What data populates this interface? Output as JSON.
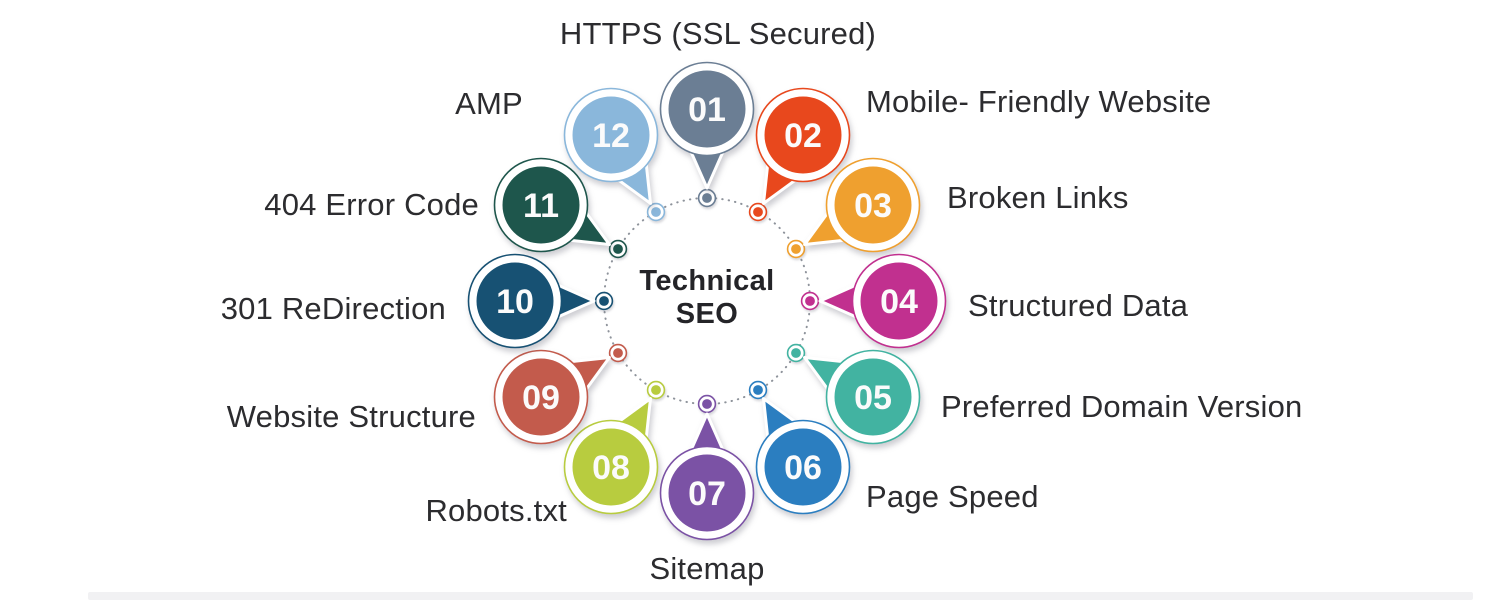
{
  "title": {
    "line1": "Technical",
    "line2": "SEO"
  },
  "items": [
    {
      "number": "01",
      "label": "HTTPS (SSL Secured)",
      "color": "#6b7e94"
    },
    {
      "number": "02",
      "label": "Mobile- Friendly Website",
      "color": "#e8481d"
    },
    {
      "number": "03",
      "label": "Broken Links",
      "color": "#efa02f"
    },
    {
      "number": "04",
      "label": "Structured Data",
      "color": "#c1308f"
    },
    {
      "number": "05",
      "label": "Preferred Domain Version",
      "color": "#42b3a1"
    },
    {
      "number": "06",
      "label": "Page Speed",
      "color": "#2b7ec0"
    },
    {
      "number": "07",
      "label": "Sitemap",
      "color": "#7b52a5"
    },
    {
      "number": "08",
      "label": "Robots.txt",
      "color": "#b8cc3f"
    },
    {
      "number": "09",
      "label": "Website Structure",
      "color": "#c35b4c"
    },
    {
      "number": "10",
      "label": "301 ReDirection",
      "color": "#175173"
    },
    {
      "number": "11",
      "label": "404 Error Code",
      "color": "#1e564c"
    },
    {
      "number": "12",
      "label": "AMP",
      "color": "#8ab7db"
    }
  ],
  "colors": {
    "label_text": "#2c2c2f",
    "title_text": "#242428",
    "number_text": "#fbfbfb",
    "dotted_ring": "#8e939b",
    "background": "#ffffff",
    "bottom_bar": "#f1f1f3"
  }
}
